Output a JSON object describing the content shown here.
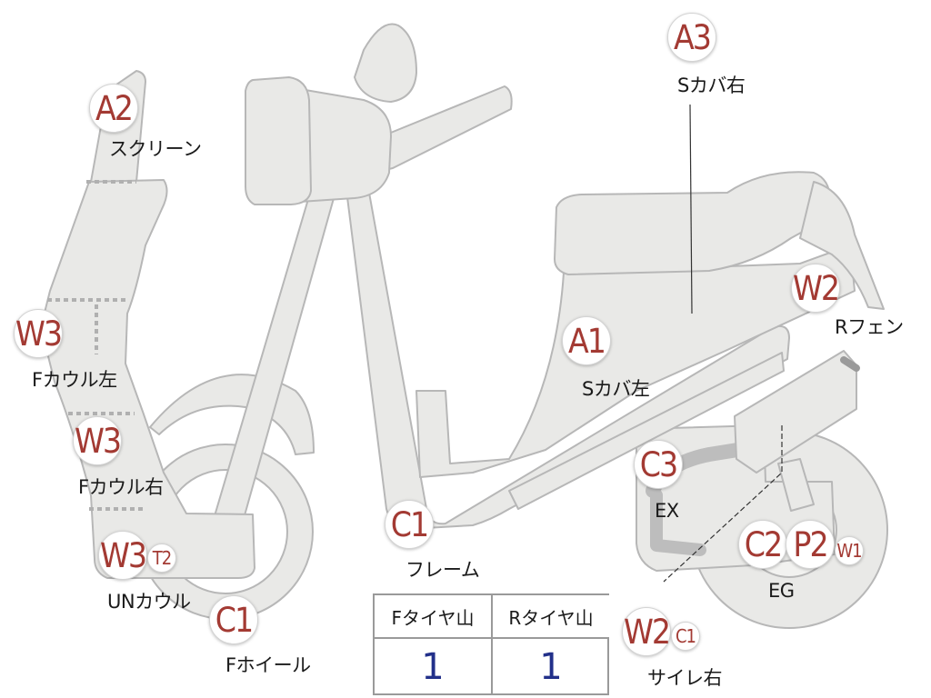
{
  "colors": {
    "part_fill": "#e9e9e7",
    "part_stroke": "#b7b7b7",
    "badge_text": "#a33a33",
    "value_text": "#22308a"
  },
  "badges": [
    {
      "id": "a3-sheet-cover-right",
      "code": "A3",
      "small": false
    },
    {
      "id": "a2-screen",
      "code": "A2",
      "small": false
    },
    {
      "id": "w2-rear-fender",
      "code": "W2",
      "small": false
    },
    {
      "id": "w3-front-cowl-left",
      "code": "W3",
      "small": false
    },
    {
      "id": "a1-sheet-cover-left",
      "code": "A1",
      "small": false
    },
    {
      "id": "w3-front-cowl-right",
      "code": "W3",
      "small": false
    },
    {
      "id": "c3-exhaust",
      "code": "C3",
      "small": false
    },
    {
      "id": "w3-under-cowl",
      "code": "W3",
      "small": false
    },
    {
      "id": "t2-under-cowl",
      "code": "T2",
      "small": true
    },
    {
      "id": "c1-frame",
      "code": "C1",
      "small": false
    },
    {
      "id": "c2-engine",
      "code": "C2",
      "small": false
    },
    {
      "id": "p2-engine",
      "code": "P2",
      "small": false
    },
    {
      "id": "w1-engine",
      "code": "W1",
      "small": true
    },
    {
      "id": "c1-front-wheel",
      "code": "C1",
      "small": false
    },
    {
      "id": "w2-muffler-right",
      "code": "W2",
      "small": false
    },
    {
      "id": "c1-muffler-right",
      "code": "C1",
      "small": true
    }
  ],
  "labels": {
    "sheet_cover_right": "Sカバ右",
    "screen": "スクリーン",
    "rear_fender": "Rフェン",
    "front_cowl_left": "Fカウル左",
    "sheet_cover_left": "Sカバ左",
    "front_cowl_right": "Fカウル右",
    "exhaust": "EX",
    "under_cowl": "UNカウル",
    "frame": "フレーム",
    "engine": "EG",
    "front_wheel": "Fホイール",
    "muffler_right": "サイレ右"
  },
  "tread_table": {
    "front_header": "Fタイヤ山",
    "rear_header": "Rタイヤ山",
    "front_value": "1",
    "rear_value": "1"
  }
}
